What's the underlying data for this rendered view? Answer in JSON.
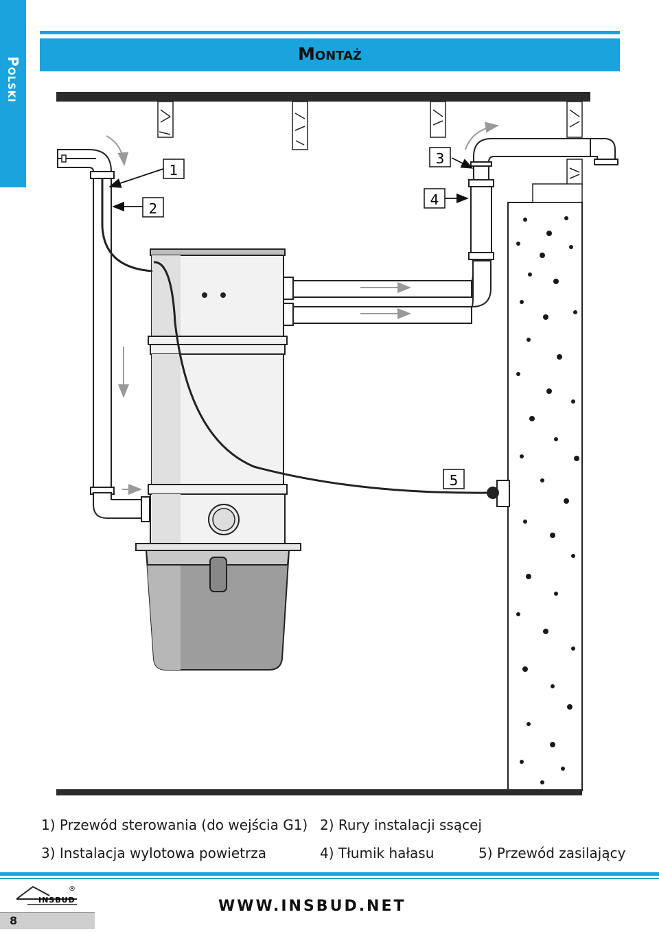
{
  "side_tab": {
    "label": "Polski"
  },
  "header": {
    "title": "Montaż"
  },
  "diagram": {
    "callouts": [
      "1",
      "2",
      "3",
      "4",
      "5"
    ]
  },
  "legend": {
    "item1": "1) Przewód sterowania (do wejścia G1)",
    "item2": "2) Rury instalacji ssącej",
    "item3": "3) Instalacja wylotowa powietrza",
    "item4": "4) Tłumik hałasu",
    "item5": "5) Przewód zasilający"
  },
  "footer": {
    "logo_text": "INSBUD",
    "logo_mark": "®",
    "page_number": "8",
    "website": "WWW.INSBUD.NET"
  },
  "colors": {
    "accent": "#1ba3de",
    "canister_gray": "#9d9d9d",
    "body_gray": "#e6e6e6"
  }
}
